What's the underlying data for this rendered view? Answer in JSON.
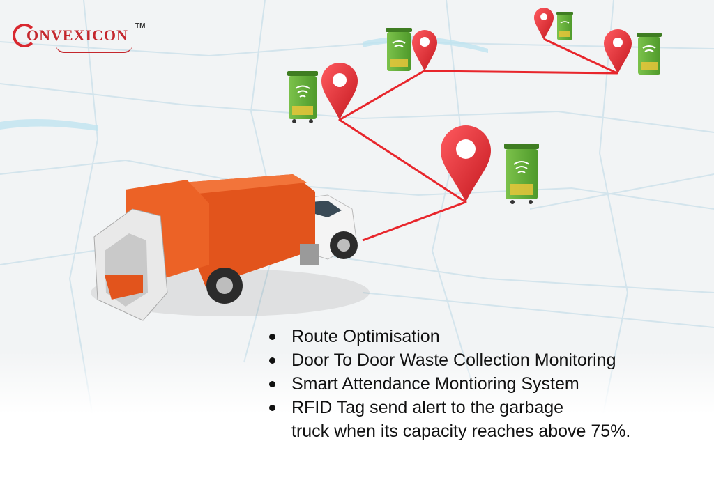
{
  "brand": {
    "logo_text": "ONVEXICON",
    "trademark": "TM"
  },
  "features": [
    {
      "text": "Route Optimisation"
    },
    {
      "text": "Door To Door Waste Collection Monitoring"
    },
    {
      "text": "Smart Attendance Montioring System"
    },
    {
      "text": "RFID Tag send alert to the garbage",
      "continuation": "truck when its capacity reaches above 75%."
    }
  ],
  "colors": {
    "route_line": "#e8262c",
    "pin": "#e3242b",
    "bin_green": "#6cb33f",
    "truck_orange": "#e2541c",
    "map_bg": "#f3f5f6",
    "map_roads": "#cfe2ea"
  },
  "icons": [
    "map-pin-icon",
    "smart-bin-icon",
    "garbage-truck-icon"
  ]
}
